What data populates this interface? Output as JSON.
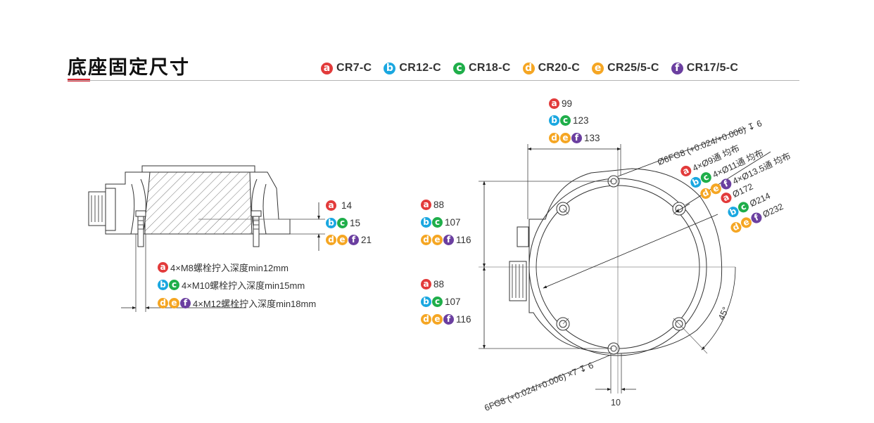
{
  "title": "底座固定尺寸",
  "colors": {
    "a": "#e23b3b",
    "b": "#1aa7e0",
    "c": "#1fae4a",
    "d": "#f5a623",
    "e": "#f5a623",
    "f": "#6b3fa0",
    "accent": "#d51c2a"
  },
  "legend": [
    {
      "key": "a",
      "letter": "a",
      "label": "CR7-C"
    },
    {
      "key": "b",
      "letter": "b",
      "label": "CR12-C"
    },
    {
      "key": "c",
      "letter": "c",
      "label": "CR18-C"
    },
    {
      "key": "d",
      "letter": "d",
      "label": "CR20-C"
    },
    {
      "key": "e",
      "letter": "e",
      "label": "CR25/5-C"
    },
    {
      "key": "f",
      "letter": "f",
      "label": "CR17/5-C"
    }
  ],
  "side_view": {
    "height": {
      "a": "14",
      "bc": "15",
      "def": "21"
    },
    "bolt": {
      "a": "4×M8螺栓拧入深度min12mm",
      "bc": "4×M10螺栓拧入深度min15mm",
      "def": "4×M12螺栓拧入深度min18mm"
    }
  },
  "top_view": {
    "width_top": {
      "a": "99",
      "bc": "123",
      "def": "133"
    },
    "height_upper": {
      "a": "88",
      "bc": "107",
      "def": "116"
    },
    "height_lower": {
      "a": "88",
      "bc": "107",
      "def": "116"
    },
    "pin_hole_top": "Ø6FG8 (+0.024/+0.006) ↧ 6",
    "through_holes": {
      "a": "4×Ø9通 均布",
      "bc": "4×Ø11通 均布",
      "def": "4×Ø13.5通 均布"
    },
    "diameters": {
      "a": "Ø172",
      "bc": "Ø214",
      "def": "Ø232"
    },
    "pin_hole_bottom": "6FG8 (+0.024/+0.006) ×7 ↧ 6",
    "angle": "45°",
    "bottom_width": "10"
  }
}
